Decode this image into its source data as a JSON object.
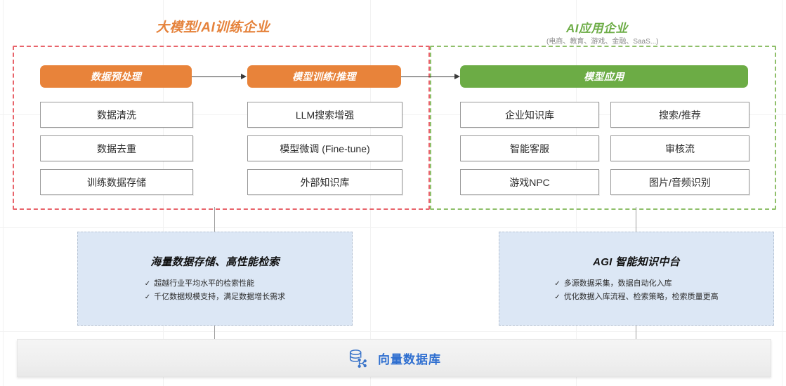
{
  "sections": {
    "left": {
      "title": "大模型/AI训练企业",
      "color": "#E5823B",
      "border_color": "#E8646B"
    },
    "right": {
      "title": "AI应用企业",
      "subtitle": "(电商、教育、游戏、金融、SaaS...)",
      "color": "#6CAC45",
      "border_color": "#8FBF6A"
    }
  },
  "pills": {
    "preprocess": "数据预处理",
    "training": "模型训练/推理",
    "apply": "模型应用"
  },
  "columns": {
    "preprocess_items": [
      "数据清洗",
      "数据去重",
      "训练数据存储"
    ],
    "training_items": [
      "LLM搜索增强",
      "模型微调 (Fine-tune)",
      "外部知识库"
    ],
    "apply_items_left": [
      "企业知识库",
      "智能客服",
      "游戏NPC"
    ],
    "apply_items_right": [
      "搜索/推荐",
      "审核流",
      "图片/音频识别"
    ]
  },
  "capabilities": [
    {
      "title": "海量数据存储、高性能检索",
      "bullets": [
        "超越行业平均水平的检索性能",
        "千亿数据规模支持，满足数据增长需求"
      ],
      "bullet_marker": "✓",
      "bg": "#dce7f5"
    },
    {
      "title": "AGI 智能知识中台",
      "bullets": [
        "多源数据采集，数据自动化入库",
        "优化数据入库流程、检索策略，检索质量更高"
      ],
      "bullet_marker": "✓",
      "bg": "#dce7f5"
    }
  ],
  "platform": {
    "label": "向量数据库",
    "icon": "database-network-icon",
    "color": "#2f6fd0"
  }
}
